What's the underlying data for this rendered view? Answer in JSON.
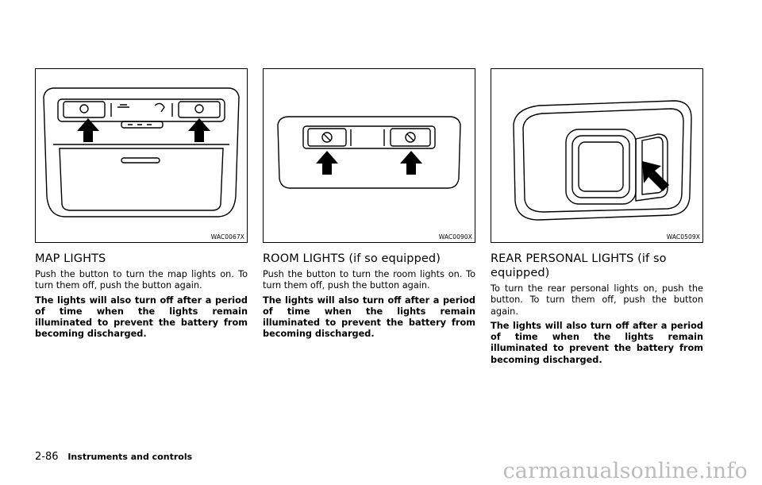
{
  "sections": [
    {
      "figure_code": "WAC0067X",
      "heading": "MAP LIGHTS",
      "body": "Push the button to turn the map lights on. To turn them off, push the button again.",
      "warning": "The lights will also turn off after a period of time when the lights remain illuminated to prevent the battery from becoming discharged."
    },
    {
      "figure_code": "WAC0090X",
      "heading": "ROOM LIGHTS (if so equipped)",
      "body": "Push the button to turn the room lights on. To turn them off, push the button again.",
      "warning": "The lights will also turn off after a period of time when the lights remain illuminated to prevent the battery from becoming discharged."
    },
    {
      "figure_code": "WAC0509X",
      "heading": "REAR PERSONAL LIGHTS (if so equipped)",
      "body": "To turn the rear personal lights on, push the button. To turn them off, push the button again.",
      "warning": "The lights will also turn off after a period of time when the lights remain illuminated to prevent the battery from becoming discharged."
    }
  ],
  "footer": {
    "page_number": "2-86",
    "section_title": "Instruments and controls"
  },
  "watermark": "carmanualsonline.info"
}
